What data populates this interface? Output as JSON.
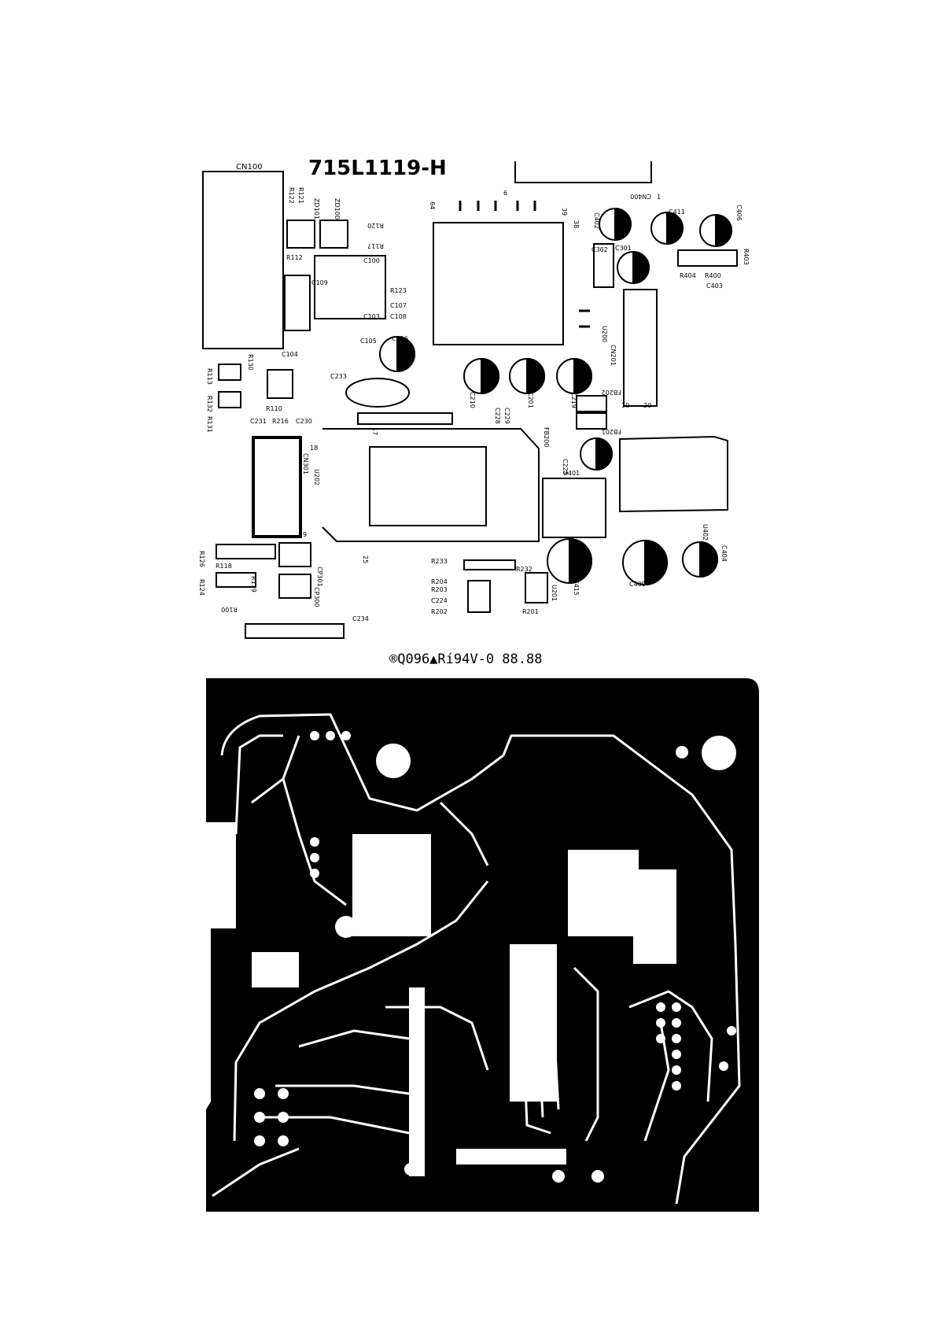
{
  "board": {
    "part_number": "715L1119-H",
    "ul_marking": "®Q096▲Rí94V-0 88.88"
  },
  "components": {
    "cn100": "CN100",
    "cn400": "CN400",
    "r122": "R122",
    "r121": "R121",
    "zd100": "ZD100",
    "zd101": "ZD101",
    "r120": "R120",
    "r117": "R117",
    "r112": "R112",
    "c100": "C100",
    "c109": "C109",
    "r123": "R123",
    "c107": "C107",
    "c108": "C108",
    "c103": "C103",
    "c105": "C105",
    "c216": "C216",
    "c104": "C104",
    "c233": "C233",
    "r113": "R113",
    "r130": "R130",
    "r132": "R132",
    "r131": "R131",
    "r110": "R110",
    "c231": "C231",
    "r216": "R216",
    "c230": "C230",
    "c229": "C229",
    "c228": "C228",
    "c210": "C210",
    "c201": "C201",
    "c219": "C219",
    "c402": "C402",
    "c411": "C411",
    "c406": "C406",
    "c302": "C302",
    "c301": "C301",
    "r404": "R404",
    "r400": "R400",
    "c403": "C403",
    "r403": "R403",
    "cn201": "CN201",
    "fb202": "FB202",
    "fb201": "FB201",
    "fb200": "FB200",
    "c225": "C225",
    "u401": "U401",
    "u402": "U402",
    "u202": "U202",
    "cn301": "CN301",
    "u200": "U200",
    "u201": "U201",
    "c415": "C415",
    "c409": "C409",
    "c404": "C404",
    "r233": "R233",
    "r232": "R232",
    "r204": "R204",
    "r203": "R203",
    "c224": "C224",
    "r202": "R202",
    "r201": "R201",
    "c234": "C234",
    "r100": "R100",
    "r124": "R124",
    "r118": "R118",
    "r119": "R119",
    "r126": "R126",
    "cp301": "CP301",
    "cp300": "CP300"
  },
  "pins": {
    "p64": "64",
    "p6": "6",
    "p39": "39",
    "p38": "38",
    "p1": "1",
    "p10": "10",
    "p20": "20",
    "p18": "18",
    "p9": "9",
    "p25": "25",
    "p17": "17"
  }
}
